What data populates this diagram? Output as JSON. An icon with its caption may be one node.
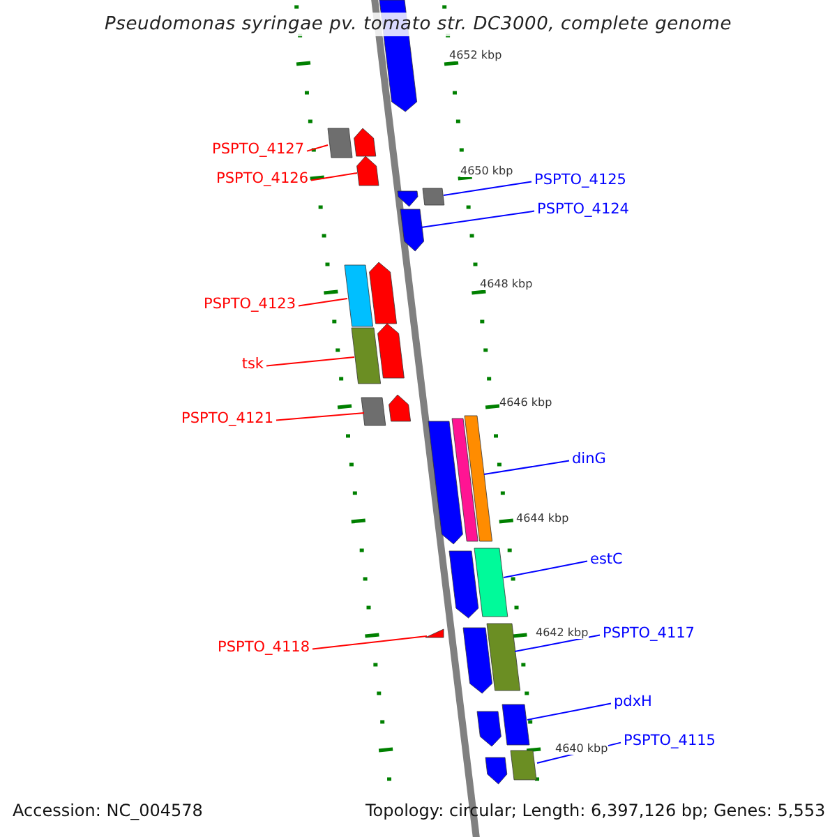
{
  "diagram": {
    "title": "Pseudomonas syringae pv. tomato str. DC3000, complete genome",
    "nodes": [
      {
        "text": [
          "PSPTO_4127"
        ]
      },
      {
        "text": [
          "PSPTO_4126"
        ]
      },
      {
        "text": [
          "PSPTO_4125"
        ]
      },
      {
        "text": [
          "PSPTO_4124"
        ]
      },
      {
        "text": [
          "PSPTO_4123"
        ]
      },
      {
        "text": [
          "tsk"
        ]
      },
      {
        "text": [
          "PSPTO_4121"
        ]
      },
      {
        "text": [
          "dinG"
        ]
      },
      {
        "text": [
          "estC"
        ]
      },
      {
        "text": [
          "PSPTO_4117"
        ]
      },
      {
        "text": [
          "PSPTO_4118"
        ]
      },
      {
        "text": [
          "pdxH"
        ]
      },
      {
        "text": [
          "PSPTO_4115"
        ]
      },
      {
        "text": [],
        "shape": "box"
      },
      {
        "text": [],
        "shape": "pentagon"
      },
      {
        "text": [],
        "shape": "box"
      },
      {
        "text": [],
        "shape": "pentagon"
      },
      {
        "text": [],
        "shape": "box"
      },
      {
        "text": [],
        "shape": "box"
      },
      {
        "text": [],
        "shape": "box"
      },
      {
        "text": [],
        "shape": "box"
      },
      {
        "text": [],
        "shape": "box"
      },
      {
        "text": [],
        "shape": "box"
      },
      {
        "text": [],
        "shape": "triangle"
      },
      {
        "text": [],
        "shape": "box"
      },
      {
        "text": [],
        "shape": "box"
      }
    ],
    "edges": [
      {
        "from": 0,
        "to": 13,
        "arrow": "none",
        "color": "#ff0000"
      },
      {
        "from": 1,
        "to": 14,
        "arrow": "none",
        "color": "#ff0000"
      },
      {
        "from": 2,
        "to": 15,
        "arrow": "none"
      },
      {
        "from": 3,
        "to": 16,
        "arrow": "none"
      },
      {
        "from": 4,
        "to": 17,
        "arrow": "none",
        "color": "#ff0000"
      },
      {
        "from": 5,
        "to": 18,
        "arrow": "none",
        "color": "#ff0000"
      },
      {
        "from": 6,
        "to": 19,
        "arrow": "none",
        "color": "#ff0000"
      },
      {
        "from": 7,
        "to": 20,
        "arrow": "none"
      },
      {
        "from": 8,
        "to": 21,
        "arrow": "none"
      },
      {
        "from": 9,
        "to": 22,
        "arrow": "none"
      },
      {
        "from": 10,
        "to": 23,
        "arrow": "none",
        "color": "#ff0000"
      },
      {
        "from": 11,
        "to": 24,
        "arrow": "none"
      },
      {
        "from": 12,
        "to": 25,
        "arrow": "none"
      }
    ],
    "labels": [
      "4652 kbp",
      "4650 kbp",
      "4648 kbp",
      "4646 kbp",
      "4644 kbp",
      "4642 kbp",
      "4640 kbp",
      "Accession: NC_004578",
      "Topology: circular; Length: 6,397,126 bp; Genes: 5,553"
    ]
  }
}
